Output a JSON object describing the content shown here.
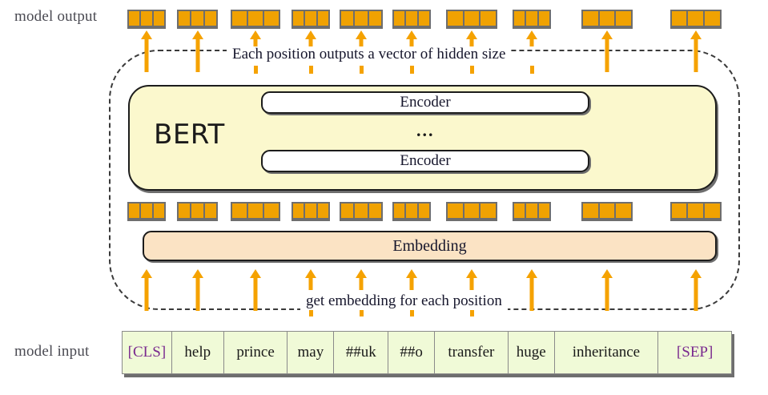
{
  "labels": {
    "model_output": "model output",
    "model_input": "model input"
  },
  "annotations": {
    "top": "Each position outputs a vector of hidden size",
    "bottom": "get embedding for each position"
  },
  "bert": {
    "title": "BERT",
    "encoder_top": "Encoder",
    "encoder_bottom": "Encoder",
    "ellipsis": "...",
    "embedding_label": "Embedding"
  },
  "tokens": [
    {
      "text": "[CLS]",
      "special": true
    },
    {
      "text": "help",
      "special": false
    },
    {
      "text": "prince",
      "special": false
    },
    {
      "text": "may",
      "special": false
    },
    {
      "text": "##uk",
      "special": false
    },
    {
      "text": "##o",
      "special": false
    },
    {
      "text": "transfer",
      "special": false
    },
    {
      "text": "huge",
      "special": false
    },
    {
      "text": "inheritance",
      "special": false
    },
    {
      "text": "[SEP]",
      "special": true
    }
  ],
  "vectors": {
    "cells_per_box": 3,
    "output_count": 10,
    "embedding_count": 10
  },
  "colors": {
    "vector_fill": "#f0a202",
    "vector_border": "#6e6e6e",
    "arrow": "#f5a200",
    "bert_fill": "#fbf8cd",
    "embedding_fill": "#fbe3c4",
    "encoder_fill": "#ffffff",
    "token_fill": "#f0fad7",
    "special_token_text": "#7a2a8f",
    "dashed_border": "#3a3a3a",
    "label_text": "#4a4a52",
    "background": "#ffffff"
  }
}
